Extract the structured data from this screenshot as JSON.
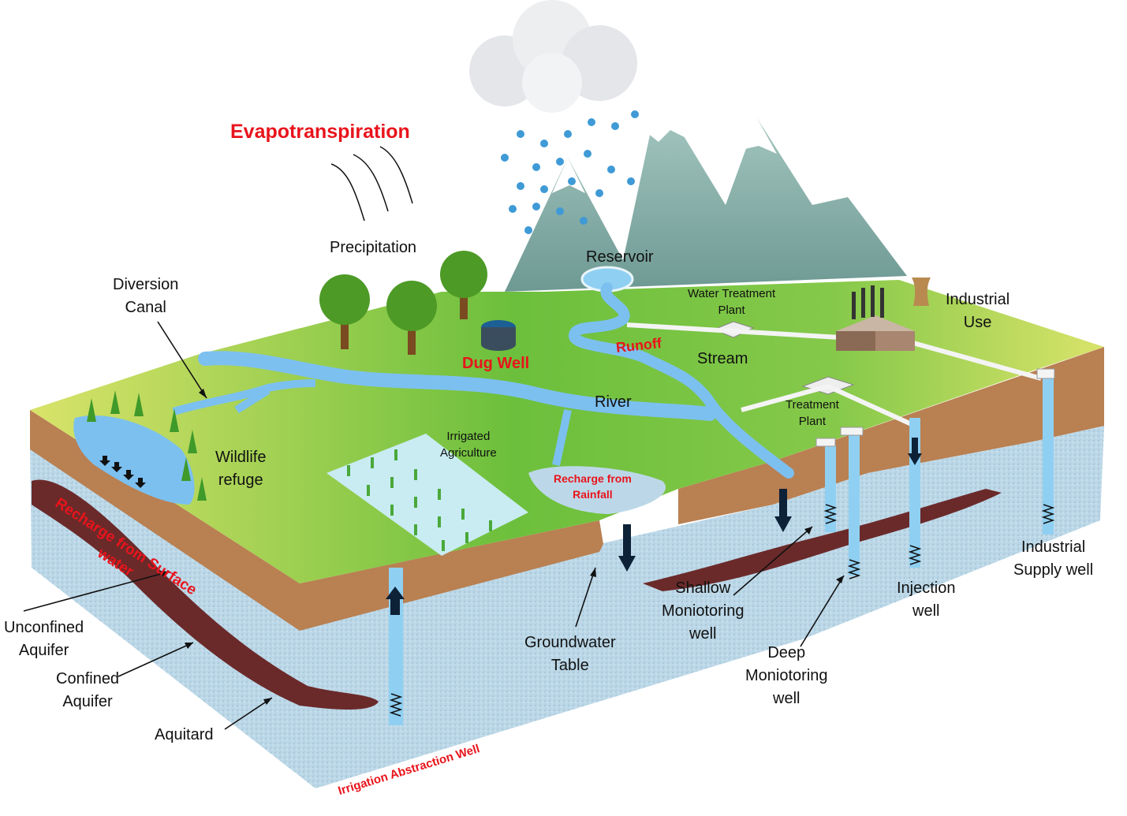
{
  "colors": {
    "grass_light": "#d9e36a",
    "grass_dark": "#6cbf3c",
    "soil": "#b98052",
    "aquifer": "#bcd8e8",
    "water": "#7cc0f0",
    "aquitard": "#6b2a2a",
    "mountain": "#8fb8b0",
    "label_red": "#e8141c"
  },
  "labels": {
    "evapotranspiration": "Evapotranspiration",
    "precipitation": "Precipitation",
    "reservoir": "Reservoir",
    "diversion_canal": "Diversion\nCanal",
    "water_treatment_plant": "Water Treatment\nPlant",
    "industrial_use": "Industrial\nUse",
    "runoff": "Runoff",
    "dug_well": "Dug Well",
    "stream": "Stream",
    "river": "River",
    "treatment_plant": "Treatment\nPlant",
    "irrigated_agriculture": "Irrigated\nAgriculture",
    "wildlife_refuge": "Wildlife\nrefuge",
    "recharge_from_rainfall": "Recharge from\nRainfall",
    "recharge_from_surface_water": "Recharge from Surface\nwater",
    "shallow_monitoring_well": "Shallow\nMoniotoring\nwell",
    "injection_well": "Injection\nwell",
    "industrial_supply_well": "Industrial\nSupply well",
    "groundwater_table": "Groundwater\nTable",
    "deep_monitoring_well": "Deep\nMoniotoring\nwell",
    "unconfined_aquifer": "Unconfined\nAquifer",
    "confined_aquifer": "Confined\nAquifer",
    "aquitard": "Aquitard",
    "irrigation_abstraction_well": "Irrigation Abstraction Well"
  }
}
